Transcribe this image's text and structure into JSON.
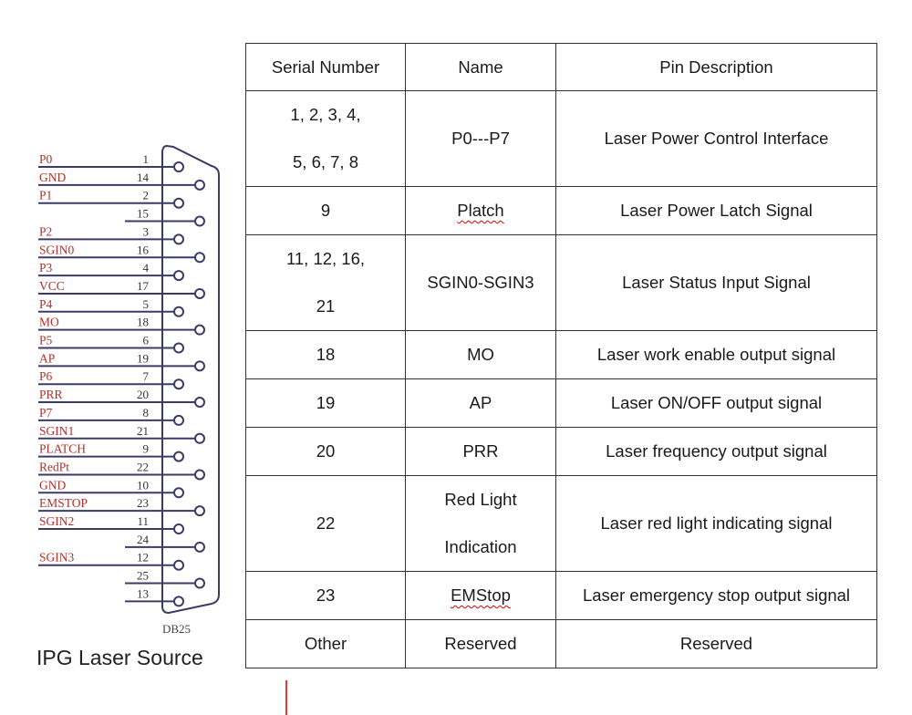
{
  "diagram": {
    "connector_label": "DB25",
    "rows": [
      {
        "signal": "P0",
        "pin": "1"
      },
      {
        "signal": "GND",
        "pin": "14"
      },
      {
        "signal": "P1",
        "pin": "2"
      },
      {
        "signal": "",
        "pin": "15"
      },
      {
        "signal": "P2",
        "pin": "3"
      },
      {
        "signal": "SGIN0",
        "pin": "16"
      },
      {
        "signal": "P3",
        "pin": "4"
      },
      {
        "signal": "VCC",
        "pin": "17"
      },
      {
        "signal": "P4",
        "pin": "5"
      },
      {
        "signal": "MO",
        "pin": "18"
      },
      {
        "signal": "P5",
        "pin": "6"
      },
      {
        "signal": "AP",
        "pin": "19"
      },
      {
        "signal": "P6",
        "pin": "7"
      },
      {
        "signal": "PRR",
        "pin": "20"
      },
      {
        "signal": "P7",
        "pin": "8"
      },
      {
        "signal": "SGIN1",
        "pin": "21"
      },
      {
        "signal": "PLATCH",
        "pin": "9"
      },
      {
        "signal": "RedPt",
        "pin": "22"
      },
      {
        "signal": "GND",
        "pin": "10"
      },
      {
        "signal": "EMSTOP",
        "pin": "23"
      },
      {
        "signal": "SGIN2",
        "pin": "11"
      },
      {
        "signal": "",
        "pin": "24"
      },
      {
        "signal": "SGIN3",
        "pin": "12"
      },
      {
        "signal": "",
        "pin": "25"
      },
      {
        "signal": "",
        "pin": "13"
      }
    ]
  },
  "caption": "IPG Laser Source",
  "table": {
    "headers": [
      "Serial Number",
      "Name",
      "Pin Description"
    ],
    "rows": [
      {
        "serial": [
          "1, 2, 3, 4,",
          "5, 6, 7, 8"
        ],
        "name": [
          "P0---P7"
        ],
        "description": "Laser Power Control Interface"
      },
      {
        "serial": [
          "9"
        ],
        "name": [
          "Platch"
        ],
        "description": "Laser Power Latch Signal"
      },
      {
        "serial": [
          "11, 12, 16,",
          "21"
        ],
        "name": [
          "SGIN0-SGIN3"
        ],
        "description": "Laser Status Input Signal"
      },
      {
        "serial": [
          "18"
        ],
        "name": [
          "MO"
        ],
        "description": "Laser work enable output signal"
      },
      {
        "serial": [
          "19"
        ],
        "name": [
          "AP"
        ],
        "description": "Laser ON/OFF output signal"
      },
      {
        "serial": [
          "20"
        ],
        "name": [
          "PRR"
        ],
        "description": "Laser frequency output signal"
      },
      {
        "serial": [
          "22"
        ],
        "name": [
          "Red Light",
          "Indication"
        ],
        "description": "Laser red light indicating signal"
      },
      {
        "serial": [
          "23"
        ],
        "name": [
          "EMStop"
        ],
        "description": "Laser emergency stop output signal"
      },
      {
        "serial": [
          "Other"
        ],
        "name": [
          "Reserved"
        ],
        "description": "Reserved"
      }
    ]
  }
}
